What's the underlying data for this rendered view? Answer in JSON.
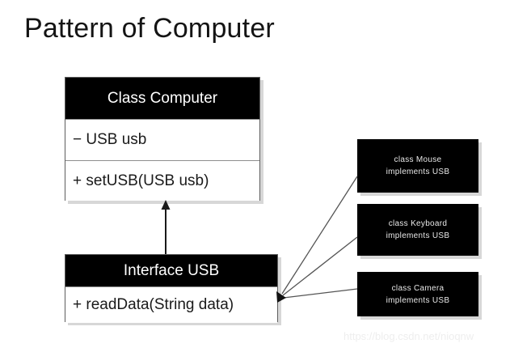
{
  "title": "Pattern of Computer",
  "diagram": {
    "type": "uml-class-diagram",
    "background_color": "#ffffff",
    "header_color": "#000000",
    "header_text_color": "#ffffff",
    "border_color": "#5e5e5e",
    "shadow_color": "#d7d7d7",
    "classes": [
      {
        "id": "class-computer",
        "header": "Class Computer",
        "rows": [
          "− USB usb",
          "+ setUSB(USB usb)"
        ]
      },
      {
        "id": "interface-usb",
        "header": "Interface USB",
        "rows": [
          "+ readData(String data)"
        ]
      }
    ],
    "implementations": [
      {
        "id": "impl-mouse",
        "line1": "class Mouse",
        "line2": "implements USB"
      },
      {
        "id": "impl-keyboard",
        "line1": "class Keyboard",
        "line2": "implements USB"
      },
      {
        "id": "impl-camera",
        "line1": "class Camera",
        "line2": "implements USB"
      }
    ],
    "connectors": [
      {
        "id": "usb-to-computer",
        "from": "interface-usb",
        "to": "class-computer",
        "style": "solid-filled-arrow"
      },
      {
        "id": "mouse-to-usb",
        "from": "impl-mouse",
        "to": "interface-usb",
        "style": "solid-filled-arrow"
      },
      {
        "id": "keyboard-to-usb",
        "from": "impl-keyboard",
        "to": "interface-usb",
        "style": "solid-filled-arrow"
      },
      {
        "id": "camera-to-usb",
        "from": "impl-camera",
        "to": "interface-usb",
        "style": "solid-filled-arrow"
      }
    ]
  },
  "watermark": "https://blog.csdn.net/nioqnw"
}
